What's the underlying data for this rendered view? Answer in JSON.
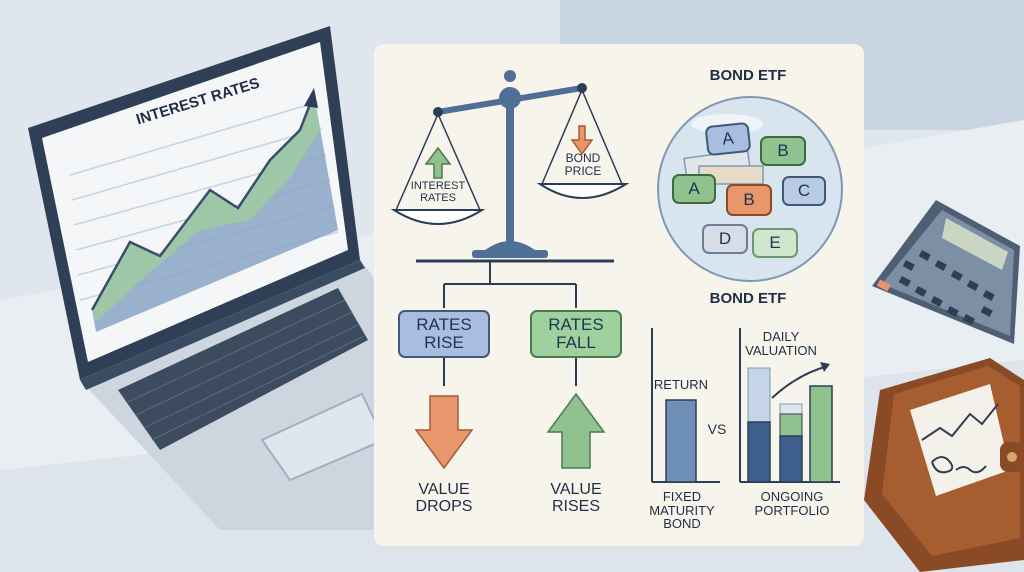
{
  "laptop": {
    "chart_title": "INTEREST RATES"
  },
  "scale": {
    "left_pan_label": "INTEREST RATES",
    "right_pan_label": "BOND PRICE"
  },
  "etf": {
    "top_title": "BOND ETF",
    "bottom_title": "BOND ETF",
    "holdings": [
      "A",
      "B",
      "A",
      "B",
      "C",
      "D",
      "E"
    ]
  },
  "flow": {
    "left_box": "RATES RISE",
    "right_box": "RATES FALL",
    "left_outcome": "VALUE DROPS",
    "right_outcome": "VALUE RISES"
  },
  "comparison": {
    "return_label": "RETURN",
    "vs_label": "VS",
    "daily_label": "DAILY VALUATION",
    "left_caption": "FIXED MATURITY BOND",
    "right_caption": "ONGOING PORTFOLIO"
  },
  "colors": {
    "panel": "#f7f4ec",
    "blue": "#6e8fb6",
    "green": "#8fc28f",
    "orange": "#e8966c",
    "dark": "#2c3e57"
  }
}
